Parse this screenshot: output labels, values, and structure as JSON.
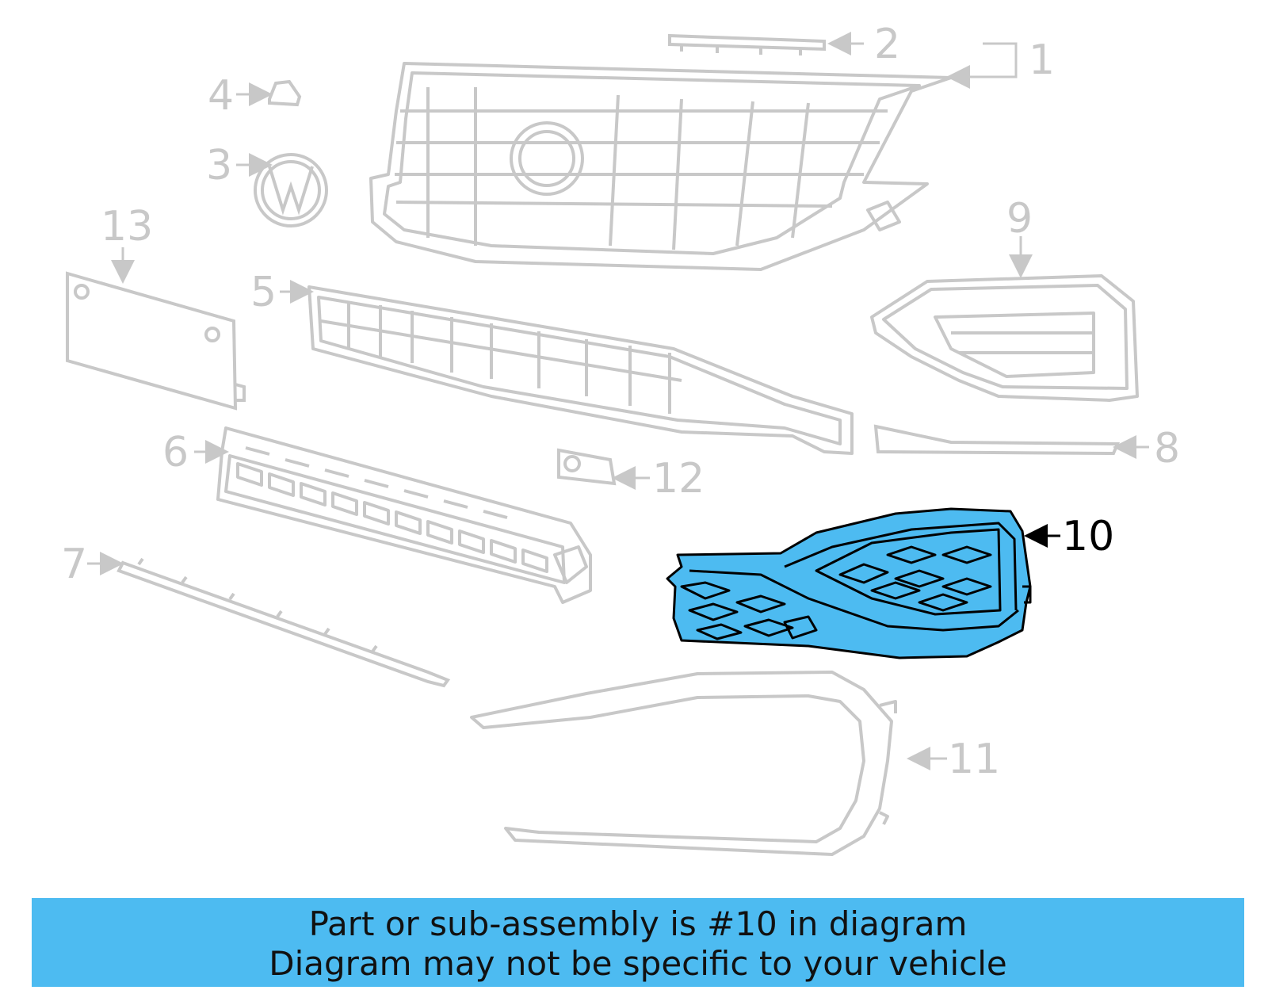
{
  "callouts": [
    {
      "id": "1",
      "label": "1"
    },
    {
      "id": "2",
      "label": "2"
    },
    {
      "id": "3",
      "label": "3"
    },
    {
      "id": "4",
      "label": "4"
    },
    {
      "id": "5",
      "label": "5"
    },
    {
      "id": "6",
      "label": "6"
    },
    {
      "id": "7",
      "label": "7"
    },
    {
      "id": "8",
      "label": "8"
    },
    {
      "id": "9",
      "label": "9"
    },
    {
      "id": "10",
      "label": "10"
    },
    {
      "id": "11",
      "label": "11"
    },
    {
      "id": "12",
      "label": "12"
    },
    {
      "id": "13",
      "label": "13"
    }
  ],
  "highlighted_part": "10",
  "colors": {
    "inactive_line": "#c8c8c8",
    "highlight_fill": "#4dbbf1",
    "highlight_stroke": "#000000",
    "banner_bg": "#4dbbf1"
  },
  "banner": {
    "line1": "Part or sub-assembly is #10 in diagram",
    "line2": "Diagram may not be specific to your vehicle"
  }
}
